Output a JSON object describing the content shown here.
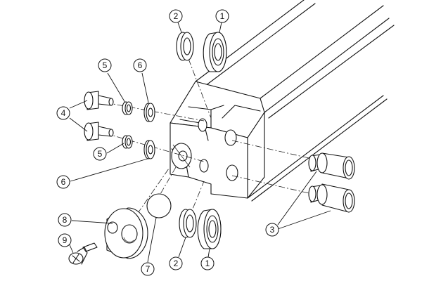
{
  "callouts": [
    {
      "label": "1",
      "part": "bearing"
    },
    {
      "label": "2",
      "part": "seal-ring"
    },
    {
      "label": "3",
      "part": "pin"
    },
    {
      "label": "4",
      "part": "bolt"
    },
    {
      "label": "5",
      "part": "lock-washer"
    },
    {
      "label": "6",
      "part": "flat-washer"
    },
    {
      "label": "7",
      "part": "ball"
    },
    {
      "label": "8",
      "part": "end-cap"
    },
    {
      "label": "9",
      "part": "screw"
    }
  ]
}
